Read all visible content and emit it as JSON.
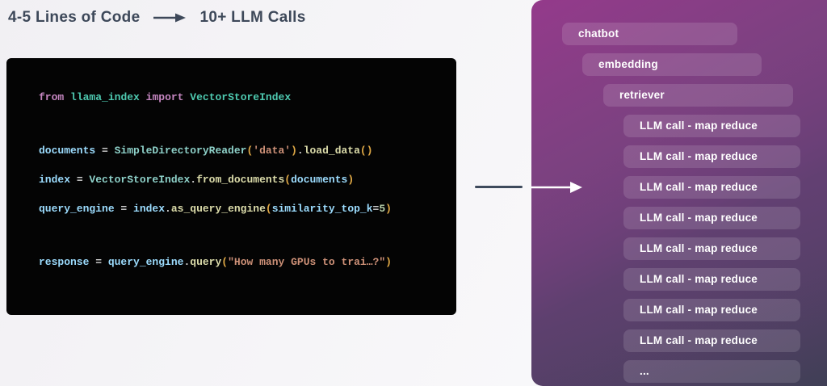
{
  "header": {
    "left_label": "4-5 Lines of Code",
    "arrow_icon": "arrow-right",
    "right_label": "10+ LLM Calls"
  },
  "code": {
    "syntax_colors": {
      "kw": "#c586c0",
      "ty": "#4ec9b0",
      "cls": "#8ed1c9",
      "var": "#9cdcfe",
      "op": "#d4d4d4",
      "fn": "#dcdcaa",
      "par": "#dfa845",
      "str": "#ce9178",
      "num": "#b5cea8"
    },
    "lines": [
      [
        [
          "from",
          "kw"
        ],
        [
          " ",
          "op"
        ],
        [
          "llama_index",
          "ty"
        ],
        [
          " ",
          "op"
        ],
        [
          "import",
          "kw"
        ],
        [
          " ",
          "op"
        ],
        [
          "VectorStoreIndex",
          "ty"
        ]
      ],
      [],
      [
        [
          "documents",
          "var"
        ],
        [
          " = ",
          "op"
        ],
        [
          "SimpleDirectoryReader",
          "cls"
        ],
        [
          "(",
          "par"
        ],
        [
          "'data'",
          "str"
        ],
        [
          ")",
          "par"
        ],
        [
          ".",
          "op"
        ],
        [
          "load_data",
          "fn"
        ],
        [
          "()",
          "par"
        ]
      ],
      [
        [
          "index",
          "var"
        ],
        [
          " = ",
          "op"
        ],
        [
          "VectorStoreIndex",
          "cls"
        ],
        [
          ".",
          "op"
        ],
        [
          "from_documents",
          "fn"
        ],
        [
          "(",
          "par"
        ],
        [
          "documents",
          "var"
        ],
        [
          ")",
          "par"
        ]
      ],
      [
        [
          "query_engine",
          "var"
        ],
        [
          " = ",
          "op"
        ],
        [
          "index",
          "var"
        ],
        [
          ".",
          "op"
        ],
        [
          "as_query_engine",
          "fn"
        ],
        [
          "(",
          "par"
        ],
        [
          "similarity_top_k",
          "var"
        ],
        [
          "=",
          "op"
        ],
        [
          "5",
          "num"
        ],
        [
          ")",
          "par"
        ]
      ],
      [],
      [
        [
          "response",
          "var"
        ],
        [
          " = ",
          "op"
        ],
        [
          "query_engine",
          "var"
        ],
        [
          ".",
          "op"
        ],
        [
          "query",
          "fn"
        ],
        [
          "(",
          "par"
        ],
        [
          "\"How many GPUs to trai…?\"",
          "str"
        ],
        [
          ")",
          "par"
        ]
      ]
    ]
  },
  "flow": {
    "arrow_dark_color": "#3e4a5c",
    "arrow_white_color": "#ffffff"
  },
  "pipeline": {
    "panel_gradient": [
      "#8d3c84",
      "#6a4078",
      "#3f3f55"
    ],
    "box_fill": "rgba(255,255,255,0.13)",
    "boxes": [
      {
        "id": "chatbot",
        "label": "chatbot",
        "level": 0
      },
      {
        "id": "embedding",
        "label": "embedding",
        "level": 1
      },
      {
        "id": "retriever",
        "label": "retriever",
        "level": 2
      },
      {
        "id": "llm-call-1",
        "label": "LLM call - map reduce",
        "level": 3
      },
      {
        "id": "llm-call-2",
        "label": "LLM call - map reduce",
        "level": 3
      },
      {
        "id": "llm-call-3",
        "label": "LLM call - map reduce",
        "level": 3
      },
      {
        "id": "llm-call-4",
        "label": "LLM call - map reduce",
        "level": 3
      },
      {
        "id": "llm-call-5",
        "label": "LLM call - map reduce",
        "level": 3
      },
      {
        "id": "llm-call-6",
        "label": "LLM call - map reduce",
        "level": 3
      },
      {
        "id": "llm-call-7",
        "label": "LLM call - map reduce",
        "level": 3
      },
      {
        "id": "llm-call-8",
        "label": "LLM call - map reduce",
        "level": 3
      },
      {
        "id": "more",
        "label": "...",
        "level": 3
      }
    ]
  },
  "colors": {
    "title_text": "#3d4859",
    "code_background": "#040404"
  }
}
